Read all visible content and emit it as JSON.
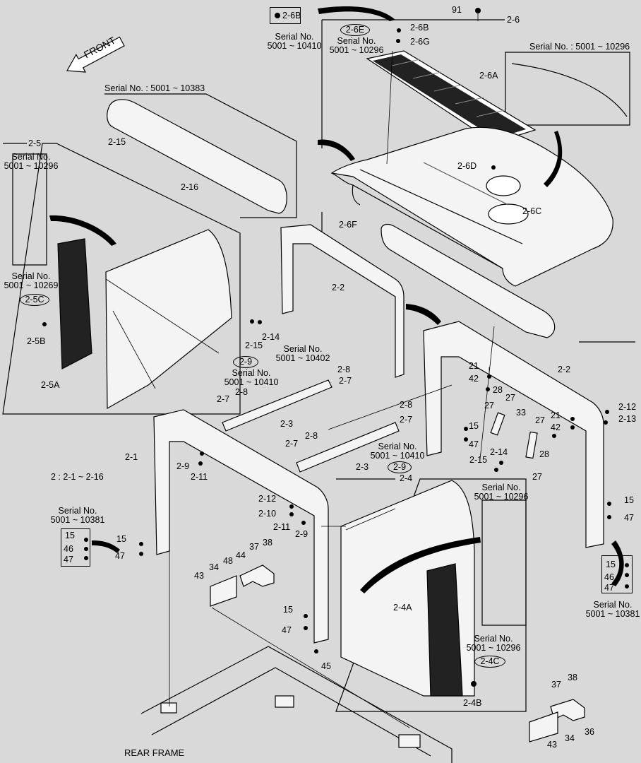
{
  "front_label": "FRONT",
  "rear_frame_label": "REAR FRAME",
  "group_note": "2 : 2-1 ~ 2-16",
  "serial_notes": {
    "s1": [
      "Serial No.",
      "5001 ~ 10410"
    ],
    "s2": [
      "Serial No.",
      "5001 ~ 10296"
    ],
    "s3": "Serial No. : 5001 ~ 10296",
    "s4": "Serial No. : 5001 ~ 10383",
    "s5": [
      "Serial No.",
      "5001 ~ 10296"
    ],
    "s6": [
      "Serial No.",
      "5001 ~ 10269"
    ],
    "s7": [
      "Serial No.",
      "5001 ~ 10402"
    ],
    "s8": [
      "Serial No.",
      "5001 ~ 10410"
    ],
    "s9": [
      "Serial No.",
      "5001 ~ 10410"
    ],
    "s10": [
      "Serial No.",
      "5001 ~ 10296"
    ],
    "s11": [
      "Serial No.",
      "5001 ~ 10381"
    ],
    "s12": [
      "Serial No.",
      "5001 ~ 10296"
    ],
    "s13": [
      "Serial No.",
      "5001 ~ 10381"
    ]
  },
  "circled": {
    "c_2_6E": "2-6E",
    "c_2_5C": "2-5C",
    "c_2_9a": "2-9",
    "c_2_9b": "2-9",
    "c_2_4C": "2-4C"
  },
  "parts": {
    "p_2_6B_box": "2-6B",
    "p_91": "91",
    "p_2_6": "2-6",
    "p_2_6B": "2-6B",
    "p_2_6G": "2-6G",
    "p_2_6A": "2-6A",
    "p_2_6D": "2-6D",
    "p_2_6C": "2-6C",
    "p_2_6F": "2-6F",
    "p_2_15a": "2-15",
    "p_2_16": "2-16",
    "p_2_5": "2-5",
    "p_2_5B": "2-5B",
    "p_2_5A": "2-5A",
    "p_2_2a": "2-2",
    "p_2_14a": "2-14",
    "p_2_15b": "2-15",
    "p_2_8a": "2-8",
    "p_2_7a": "2-7",
    "p_2_8b": "2-8",
    "p_2_7b": "2-7",
    "p_2_3a": "2-3",
    "p_2_8c": "2-8",
    "p_2_7c": "2-7",
    "p_2_8d": "2-8",
    "p_2_7d": "2-7",
    "p_2_3b": "2-3",
    "p_2_1": "2-1",
    "p_2_9a": "2-9",
    "p_2_11a": "2-11",
    "p_2_12a": "2-12",
    "p_2_10": "2-10",
    "p_2_11b": "2-11",
    "p_2_9b": "2-9",
    "p_2_14b": "2-14",
    "p_2_15c": "2-15",
    "p_2_4": "2-4",
    "p_2_4A": "2-4A",
    "p_2_4B": "2-4B",
    "p_2_2b": "2-2",
    "p_21a": "21",
    "p_42a": "42",
    "p_28a": "28",
    "p_27a": "27",
    "p_27b": "27",
    "p_33": "33",
    "p_15a": "15",
    "p_47a": "47",
    "p_27c": "27",
    "p_21b": "21",
    "p_42b": "42",
    "p_28b": "28",
    "p_27d": "27",
    "p_2_12b": "2-12",
    "p_2_13": "2-13",
    "p_15b": "15",
    "p_47b": "47",
    "p_15c": "15",
    "p_46a": "46",
    "p_47c": "47",
    "p_15d": "15",
    "p_47d": "47",
    "p_37a": "37",
    "p_38a": "38",
    "p_48": "48",
    "p_44": "44",
    "p_34a": "34",
    "p_43a": "43",
    "p_15e": "15",
    "p_47e": "47",
    "p_45": "45",
    "p_15f": "15",
    "p_46b": "46",
    "p_47f": "47",
    "p_37b": "37",
    "p_38b": "38",
    "p_36": "36",
    "p_43b": "43",
    "p_34b": "34"
  }
}
